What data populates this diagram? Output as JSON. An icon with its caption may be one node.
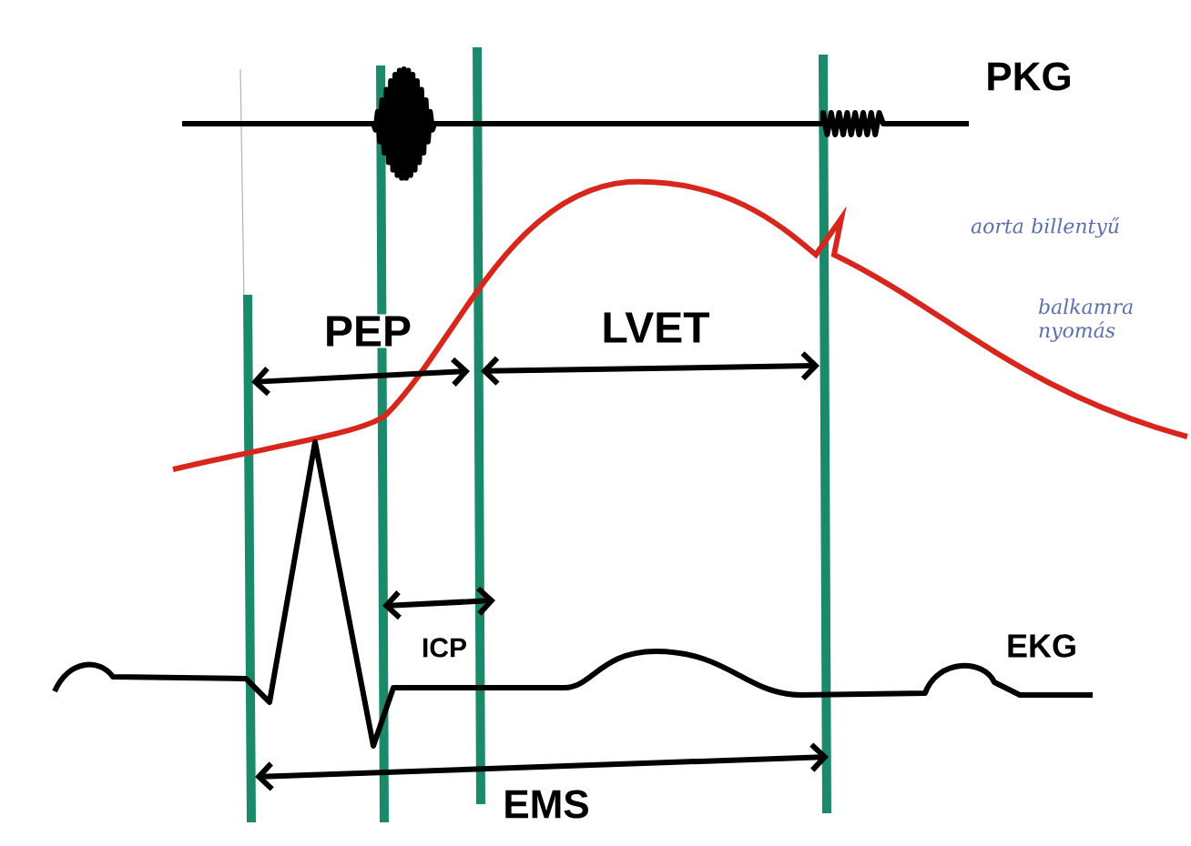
{
  "diagram": {
    "labels": [
      "PKG",
      "aorta billentyű",
      "PEP",
      "LVET",
      "balkamra nyomás",
      "ICP",
      "EKG",
      "EMS"
    ]
  }
}
